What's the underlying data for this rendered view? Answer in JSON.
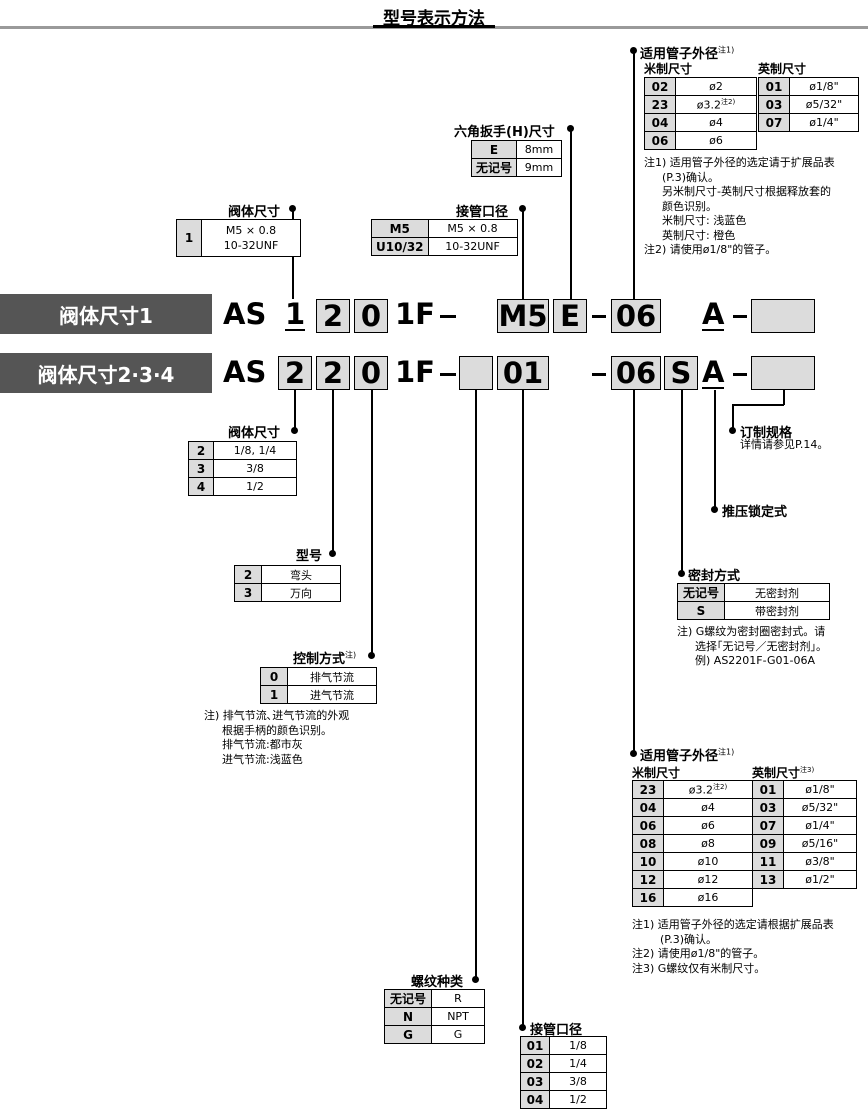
{
  "title": "型号表示方法",
  "rows": {
    "row1_label": "阀体尺寸1",
    "row2_label": "阀体尺寸2·3·4",
    "row1": {
      "as": "AS",
      "c1": "1",
      "c2": "2",
      "c3": "0",
      "f": "1F",
      "port": "M5",
      "hex": "E",
      "tube": "06",
      "a": "A"
    },
    "row2": {
      "as": "AS",
      "c1": "2",
      "c2": "2",
      "c3": "0",
      "f": "1F",
      "port": "01",
      "tube": "06",
      "s": "S",
      "a": "A"
    }
  },
  "hex": {
    "title": "六角扳手(H)尺寸",
    "rows": [
      [
        "E",
        "8mm"
      ],
      [
        "无记号",
        "9mm"
      ]
    ]
  },
  "body1": {
    "title": "阀体尺寸",
    "key": "1",
    "v1": "M5 × 0.8",
    "v2": "10-32UNF"
  },
  "port1": {
    "title": "接管口径",
    "rows": [
      [
        "M5",
        "M5 × 0.8"
      ],
      [
        "U10/32",
        "10-32UNF"
      ]
    ]
  },
  "tube1": {
    "title": "适用管子外径",
    "title_note": "注1)",
    "metric_label": "米制尺寸",
    "inch_label": "英制尺寸",
    "metric": [
      [
        "02",
        "ø2"
      ],
      [
        "23",
        "ø3.2"
      ],
      [
        "04",
        "ø4"
      ],
      [
        "06",
        "ø6"
      ]
    ],
    "metric_note_23": "注2)",
    "inch": [
      [
        "01",
        "ø1/8\""
      ],
      [
        "03",
        "ø5/32\""
      ],
      [
        "07",
        "ø1/4\""
      ]
    ],
    "notes": [
      "注1) 适用管子外径的选定请于扩展品表",
      "(P.3)确认。",
      "另米制尺寸-英制尺寸根据释放套的",
      "颜色识别。",
      "米制尺寸: 浅蓝色",
      "英制尺寸: 橙色",
      "注2) 请使用ø1/8\"的管子。"
    ]
  },
  "body2": {
    "title": "阀体尺寸",
    "rows": [
      [
        "2",
        "1/8, 1/4"
      ],
      [
        "3",
        "3/8"
      ],
      [
        "4",
        "1/2"
      ]
    ]
  },
  "model": {
    "title": "型号",
    "rows": [
      [
        "2",
        "弯头"
      ],
      [
        "3",
        "万向"
      ]
    ]
  },
  "control": {
    "title": "控制方式",
    "title_note": "注)",
    "rows": [
      [
        "0",
        "排气节流"
      ],
      [
        "1",
        "进气节流"
      ]
    ],
    "notes": [
      "注) 排气节流､进气节流的外观",
      "根据手柄的颜色识别。",
      "排气节流:都市灰",
      "进气节流:浅蓝色"
    ]
  },
  "custom": {
    "title": "订制规格",
    "sub": "详情请参见P.14。"
  },
  "push": {
    "title": "推压锁定式"
  },
  "seal": {
    "title": "密封方式",
    "rows": [
      [
        "无记号",
        "无密封剂"
      ],
      [
        "S",
        "带密封剂"
      ]
    ],
    "notes": [
      "注) G螺纹为密封圈密封式。请",
      "选择｢无记号／无密封剂｣。",
      "例) AS2201F-G01-06A"
    ]
  },
  "tube2": {
    "title": "适用管子外径",
    "title_note": "注1)",
    "metric_label": "米制尺寸",
    "inch_label": "英制尺寸",
    "inch_note": "注3)",
    "metric": [
      [
        "23",
        "ø3.2"
      ],
      [
        "04",
        "ø4"
      ],
      [
        "06",
        "ø6"
      ],
      [
        "08",
        "ø8"
      ],
      [
        "10",
        "ø10"
      ],
      [
        "12",
        "ø12"
      ],
      [
        "16",
        "ø16"
      ]
    ],
    "metric_note_23": "注2)",
    "inch": [
      [
        "01",
        "ø1/8\""
      ],
      [
        "03",
        "ø5/32\""
      ],
      [
        "07",
        "ø1/4\""
      ],
      [
        "09",
        "ø5/16\""
      ],
      [
        "11",
        "ø3/8\""
      ],
      [
        "13",
        "ø1/2\""
      ]
    ],
    "notes": [
      "注1) 适用管子外径的选定请根据扩展品表",
      "(P.3)确认。",
      "注2) 请使用ø1/8\"的管子。",
      "注3) G螺纹仅有米制尺寸。"
    ]
  },
  "thread": {
    "title": "螺纹种类",
    "rows": [
      [
        "无记号",
        "R"
      ],
      [
        "N",
        "NPT"
      ],
      [
        "G",
        "G"
      ]
    ]
  },
  "port2": {
    "title": "接管口径",
    "rows": [
      [
        "01",
        "1/8"
      ],
      [
        "02",
        "1/4"
      ],
      [
        "03",
        "3/8"
      ],
      [
        "04",
        "1/2"
      ]
    ]
  }
}
